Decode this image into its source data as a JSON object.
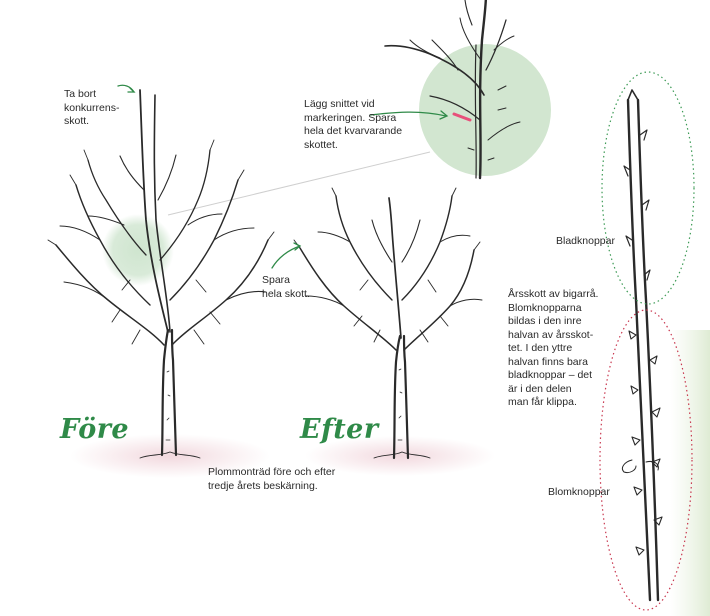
{
  "annotations": {
    "remove_competing_shoot": "Ta bort\nkonkurrens-\nskott.",
    "cut_at_marking": "Lägg snittet vid\nmarkeringen. Spara\nhela det kvarvarande\nskottet.",
    "save_whole_shoot": "Spara\nhela skott.",
    "leaf_buds": "Bladknoppar",
    "annual_shoot": "Årsskott av bigarrå.\nBlomknopparna\nbildas i den inre\nhalvan av årsskot-\ntet. I den yttre\nhalvan finns bara\nbladknoppar – det\när i den delen\nman får klippa.",
    "flower_buds": "Blomknoppar",
    "caption": "Plommonträd före och efter\ntredje årets beskärning."
  },
  "titles": {
    "before": "Före",
    "after": "Efter"
  },
  "colors": {
    "accent_green": "#2f8a48",
    "highlight_green": "#cfe5cf",
    "ground_pink": "#f1d6dc",
    "cut_marker": "#e8507a",
    "dotted_green": "#3c9a55",
    "dotted_red": "#c8364e",
    "ink": "#2a2a2a"
  }
}
